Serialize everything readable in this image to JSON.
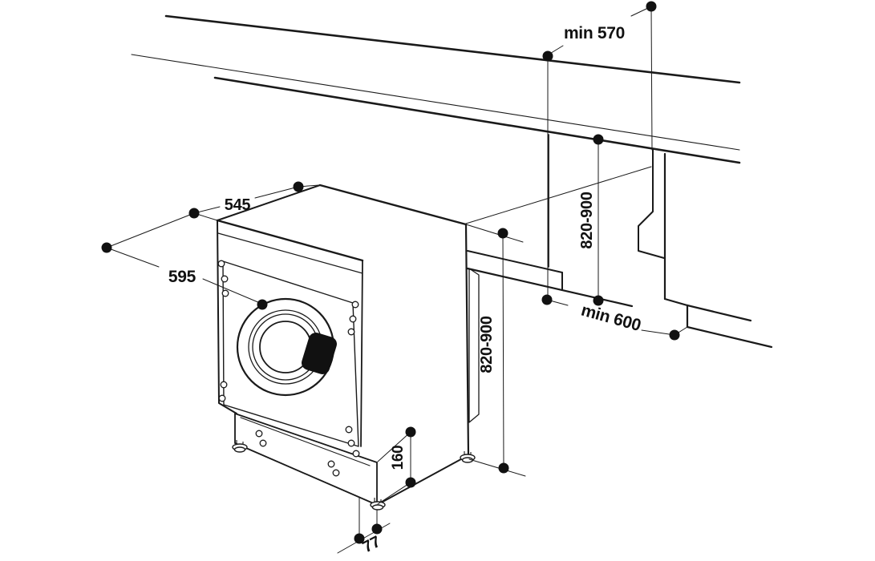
{
  "diagram": {
    "subject": "built-in-washing-machine-installation-dimensions",
    "colors": {
      "line": "#1a1a1a",
      "background": "#ffffff",
      "solid_fill": "#111111"
    },
    "dimensions": {
      "niche_depth_top": "min 570",
      "niche_height_right": "820-900",
      "machine_height": "820-900",
      "floor_depth_front": "min 600",
      "machine_depth": "545",
      "machine_width": "595",
      "plinth_height": "160",
      "foot_setback": "77"
    },
    "values": {
      "niche_depth_top_mm_min": 570,
      "niche_height_mm_range": [
        820,
        900
      ],
      "machine_height_mm_range": [
        820,
        900
      ],
      "floor_depth_mm_min": 600,
      "machine_depth_mm": 545,
      "machine_width_mm": 595,
      "plinth_height_mm": 160,
      "foot_setback_mm": 77
    }
  }
}
